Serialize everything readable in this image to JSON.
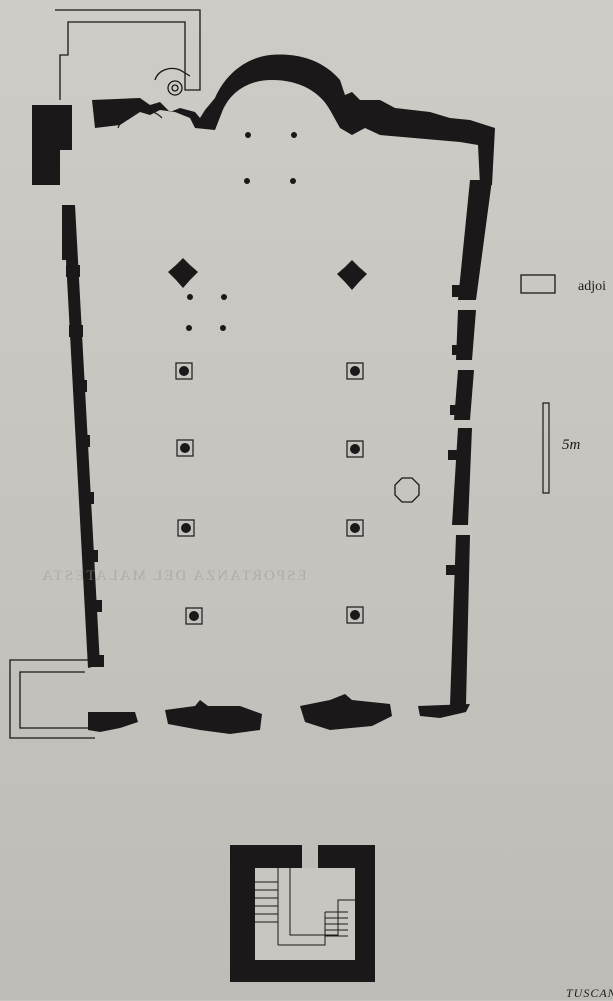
{
  "legend": {
    "adjoining_label": "adjoi"
  },
  "scale": {
    "label": "5m"
  },
  "bleed_through": {
    "heading": "ESPORTANZA DEL MALATESTA",
    "footer": "TUSCAN"
  },
  "colors": {
    "paper": "#cbc8c3",
    "ink": "#1a1818"
  }
}
